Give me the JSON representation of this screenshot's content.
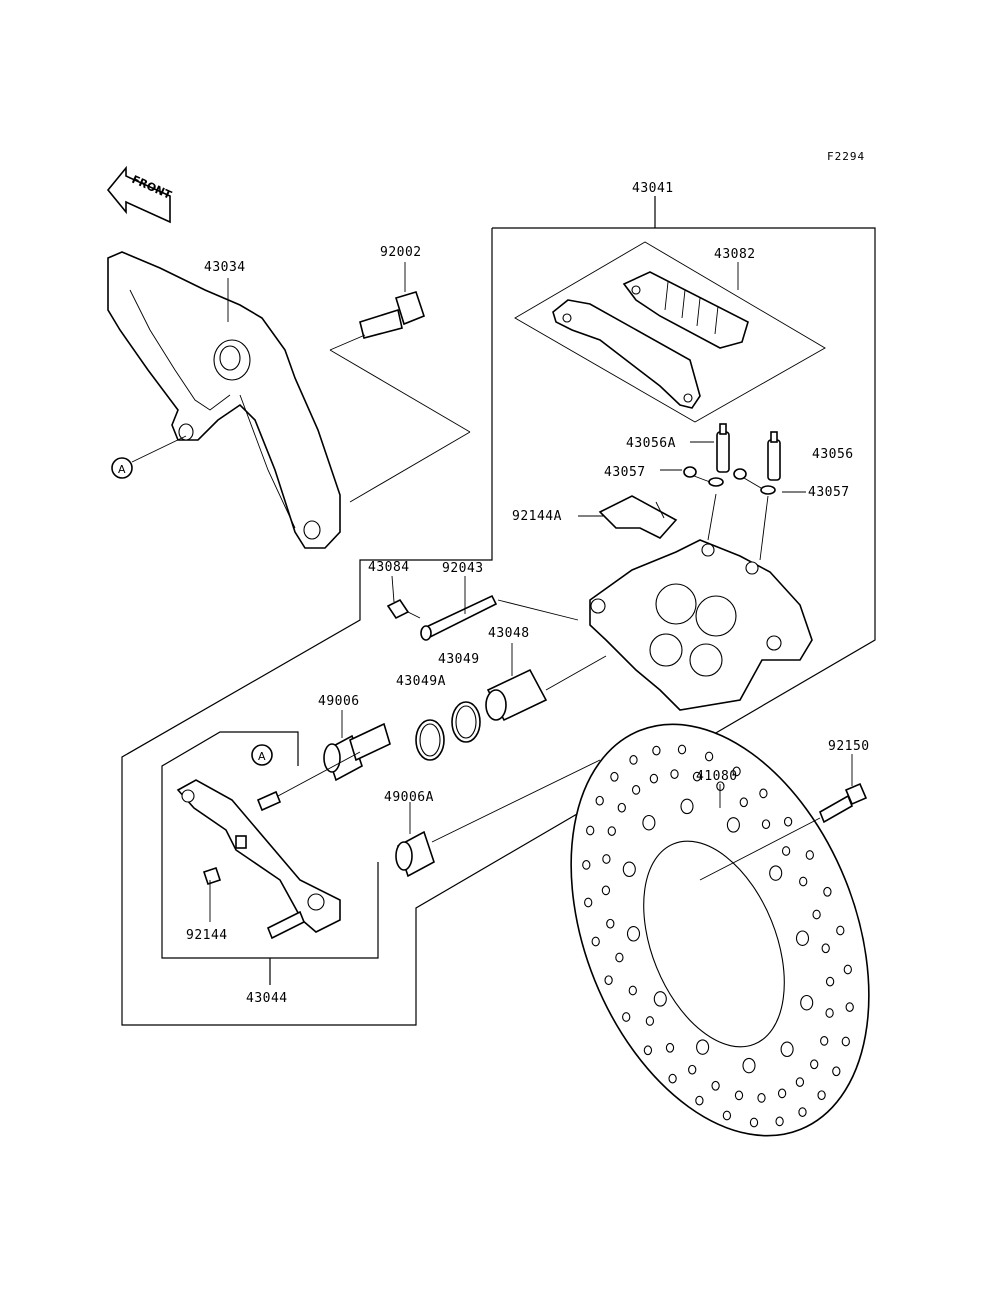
{
  "frame_id": "F2294",
  "front_label": "FRONT",
  "ref_marker": "A",
  "part_numbers": {
    "p43041": "43041",
    "p43082": "43082",
    "p43034": "43034",
    "p92002": "92002",
    "p43056A": "43056A",
    "p43056": "43056",
    "p43057_left": "43057",
    "p43057_right": "43057",
    "p92144A": "92144A",
    "p43084": "43084",
    "p92043": "92043",
    "p43048": "43048",
    "p43049": "43049",
    "p43049A": "43049A",
    "p49006": "49006",
    "p49006A": "49006A",
    "p92150": "92150",
    "p41080": "41080",
    "p92144": "92144",
    "p43044": "43044"
  }
}
